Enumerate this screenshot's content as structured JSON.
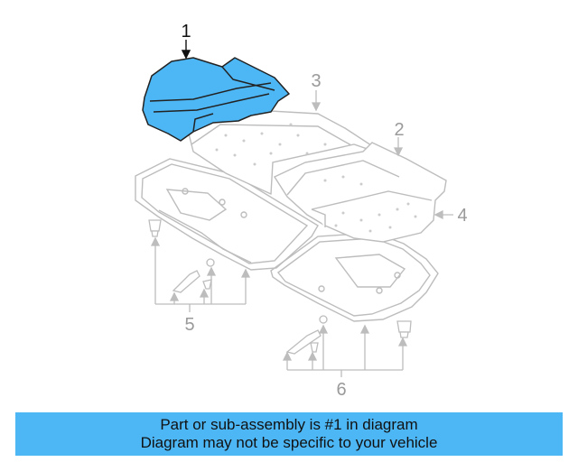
{
  "callouts": [
    "1",
    "2",
    "3",
    "4",
    "5",
    "6"
  ],
  "banner": {
    "line1": "Part or sub-assembly is #1 in diagram",
    "line2": "Diagram may not be specific to your vehicle",
    "color": "#4db7f5"
  },
  "colors": {
    "highlight": "#4db7f5",
    "line": "#bdbdbd",
    "callout_active": "#111111",
    "callout_inactive": "#9a9a9a"
  }
}
